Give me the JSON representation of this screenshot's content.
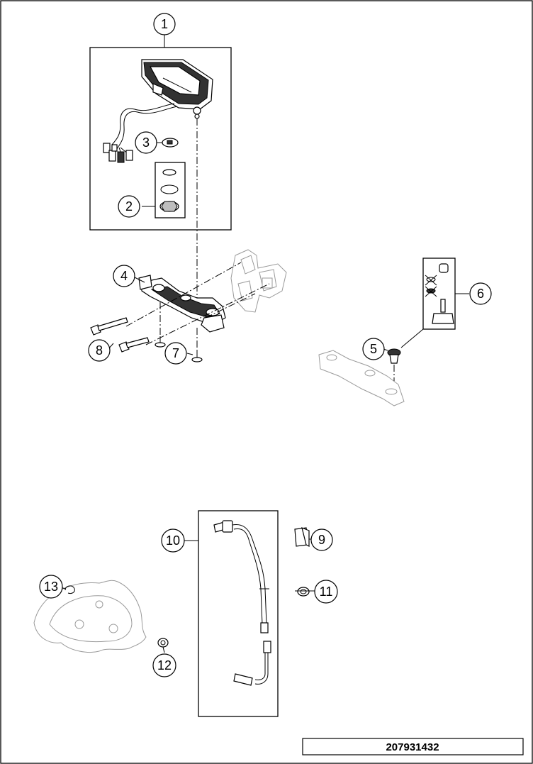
{
  "drawing_number": "207931432",
  "callouts": [
    {
      "id": "1",
      "label": "1"
    },
    {
      "id": "2",
      "label": "2"
    },
    {
      "id": "3",
      "label": "3"
    },
    {
      "id": "4",
      "label": "4"
    },
    {
      "id": "5",
      "label": "5"
    },
    {
      "id": "6",
      "label": "6"
    },
    {
      "id": "7",
      "label": "7"
    },
    {
      "id": "8",
      "label": "8"
    },
    {
      "id": "9",
      "label": "9"
    },
    {
      "id": "10",
      "label": "10"
    },
    {
      "id": "11",
      "label": "11"
    },
    {
      "id": "12",
      "label": "12"
    },
    {
      "id": "13",
      "label": "13"
    }
  ]
}
